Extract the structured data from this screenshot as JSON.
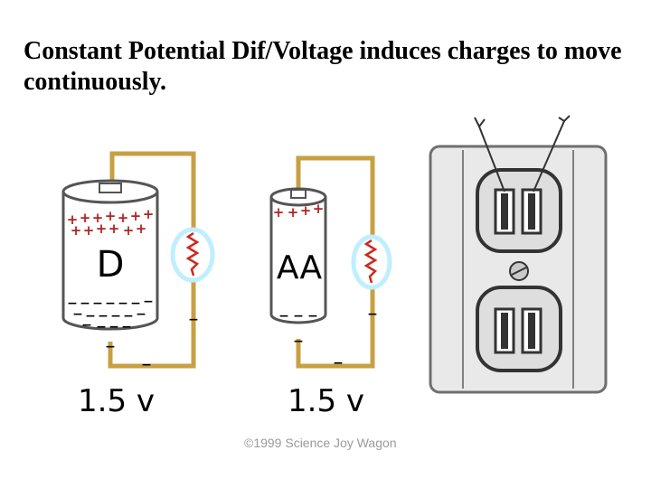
{
  "title": "Constant Potential Dif/Voltage induces charges to move continuously.",
  "circuits": [
    {
      "battery_label": "D",
      "voltage_label": "1.5 v",
      "plus_symbol": "+",
      "minus_symbol": "−"
    },
    {
      "battery_label": "AA",
      "voltage_label": "1.5 v",
      "plus_symbol": "+",
      "minus_symbol": "−"
    }
  ],
  "credit": "©1999 Science Joy Wagon",
  "colors": {
    "wire": "#c8a043",
    "charge": "#b22222",
    "filament": "#cc2a1f",
    "bulb": "#bfefff",
    "outlet_face": "#dedede",
    "outlet_plate": "#e9e9e9"
  }
}
